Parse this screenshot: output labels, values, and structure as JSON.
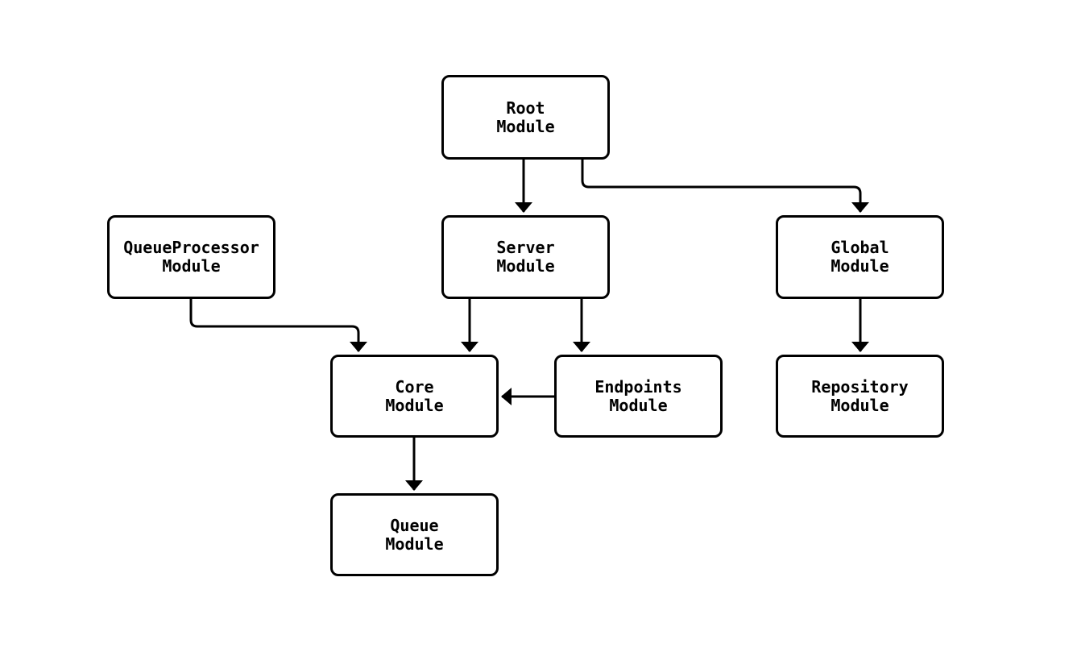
{
  "diagram": {
    "type": "module-dependency-flowchart",
    "colors": {
      "background": "#ffffff",
      "node_fill": "#ffffff",
      "node_border": "#000000",
      "edge": "#000000",
      "text": "#000000"
    },
    "nodes": [
      {
        "id": "root",
        "label": "Root\nModule"
      },
      {
        "id": "queueprocessor",
        "label": "QueueProcessor\nModule"
      },
      {
        "id": "server",
        "label": "Server\nModule"
      },
      {
        "id": "global",
        "label": "Global\nModule"
      },
      {
        "id": "core",
        "label": "Core\nModule"
      },
      {
        "id": "endpoints",
        "label": "Endpoints\nModule"
      },
      {
        "id": "repository",
        "label": "Repository\nModule"
      },
      {
        "id": "queue",
        "label": "Queue\nModule"
      }
    ],
    "edges": [
      {
        "from": "root",
        "to": "server"
      },
      {
        "from": "root",
        "to": "global"
      },
      {
        "from": "queueprocessor",
        "to": "core"
      },
      {
        "from": "server",
        "to": "core"
      },
      {
        "from": "server",
        "to": "endpoints"
      },
      {
        "from": "endpoints",
        "to": "core"
      },
      {
        "from": "global",
        "to": "repository"
      },
      {
        "from": "core",
        "to": "queue"
      }
    ]
  }
}
